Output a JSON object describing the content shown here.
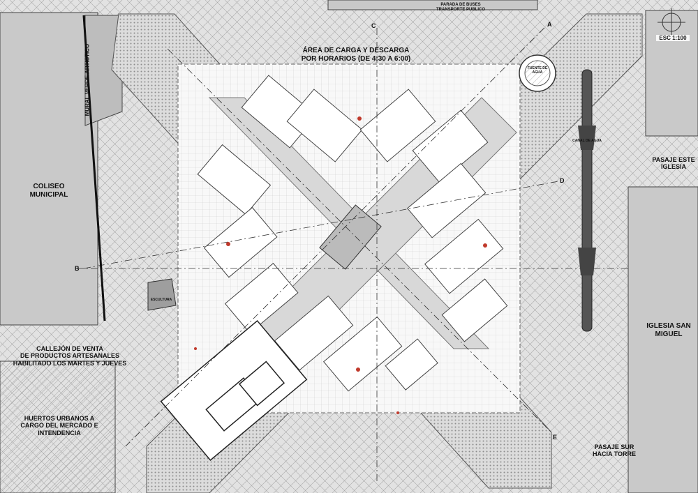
{
  "labels": {
    "scale": "ESC 1:100",
    "transport_stop": "PARADA DE BUSES\nTRANSPORTE PUBLICO",
    "loading_area_line1": "ÁREA DE CARGA Y DESCARGA",
    "loading_area_line2": "POR HORARIOS (DE 4:30 A 6:00)",
    "mural": "MURAL VERDE ARTISTICO",
    "coliseo_line1": "COLISEO",
    "coliseo_line2": "MUNICIPAL",
    "fountain": "FUENTE DE AGUA",
    "water_channel": "CANAL DE AGUA",
    "pasaje_este_line1": "PASAJE ESTE",
    "pasaje_este_line2": "IGLESIA",
    "iglesia_line1": "IGLESIA SAN",
    "iglesia_line2": "MIGUEL",
    "escultura": "ESCULTURA",
    "callejon_line1": "CALLEJÓN DE VENTA",
    "callejon_line2": "DE PRODUCTOS ARTESANALES",
    "callejon_line3": "HABILITADO LOS MARTES Y JUEVES",
    "huertos_line1": "HUERTOS URBANOS A",
    "huertos_line2": "CARGO DEL MERCADO E",
    "huertos_line3": "INTENDENCIA",
    "pasaje_sur_line1": "PASAJE SUR",
    "pasaje_sur_line2": "HACIA TORRE"
  },
  "section_markers": [
    "A",
    "B",
    "C",
    "D",
    "E"
  ],
  "colors": {
    "building_fill": "#c9c9c9",
    "road_fill": "#d5d5d5",
    "paving_fill": "#e6e6e6",
    "plaza_fill": "#f7f7f7",
    "line": "#333333",
    "channel": "#555555",
    "accent": "#c0392b"
  }
}
